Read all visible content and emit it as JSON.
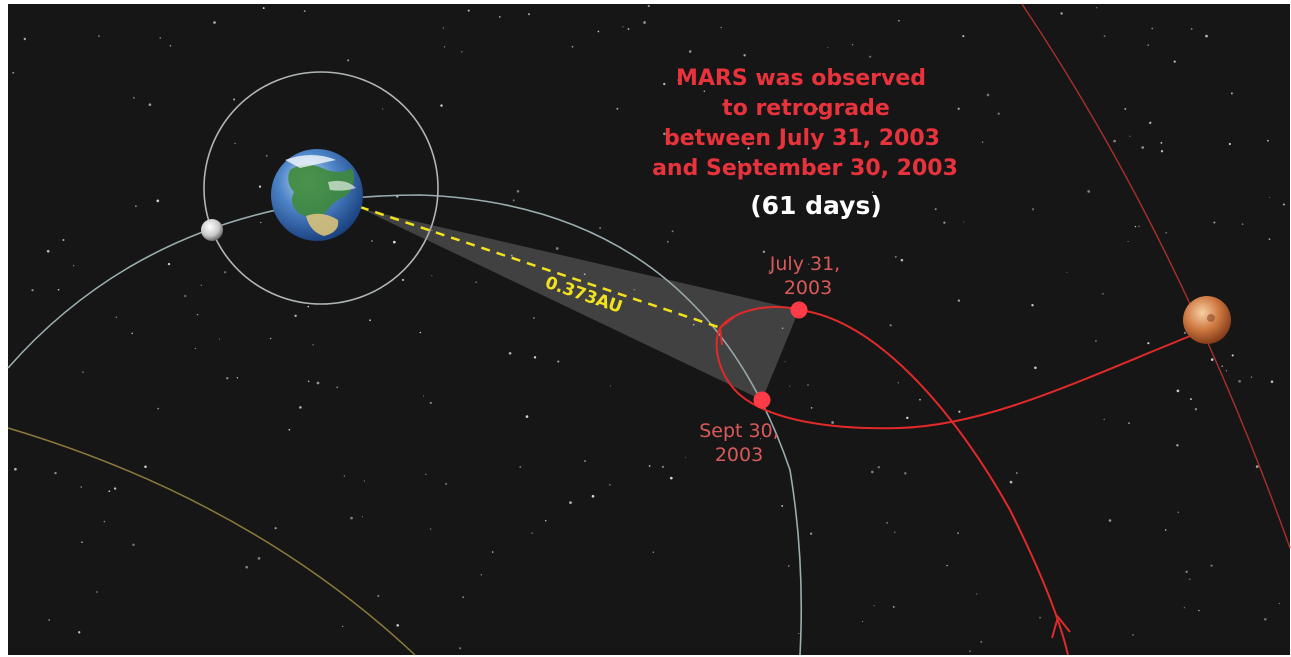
{
  "title": {
    "lines": [
      "MARS was observed",
      "to retrograde",
      "between July 31, 2003",
      "and September 30, 2003"
    ],
    "duration": "(61 days)"
  },
  "distance_label": "0.373AU",
  "start_date": {
    "line1": "July 31,",
    "line2": "2003"
  },
  "end_date": {
    "line1": "Sept 30,",
    "line2": "2003"
  },
  "colors": {
    "background": "#161616",
    "title": "#e8323c",
    "duration": "#ffffff",
    "date_labels": "#d95a5a",
    "mars_path": "#e02a2a",
    "mars_orbit": "#a8302a",
    "earth_orbit": "#9aaeb0",
    "moon_orbit": "#b0b6b8",
    "venus_orbit": "#8c7a3c",
    "sight_line": "#f2e21e",
    "distance_label": "#f2e21e",
    "marker": "#ff3b48",
    "sight_cone": "#9a9a9a"
  },
  "icons": {
    "earth": "earth-icon",
    "moon": "moon-icon",
    "mars": "mars-icon"
  }
}
